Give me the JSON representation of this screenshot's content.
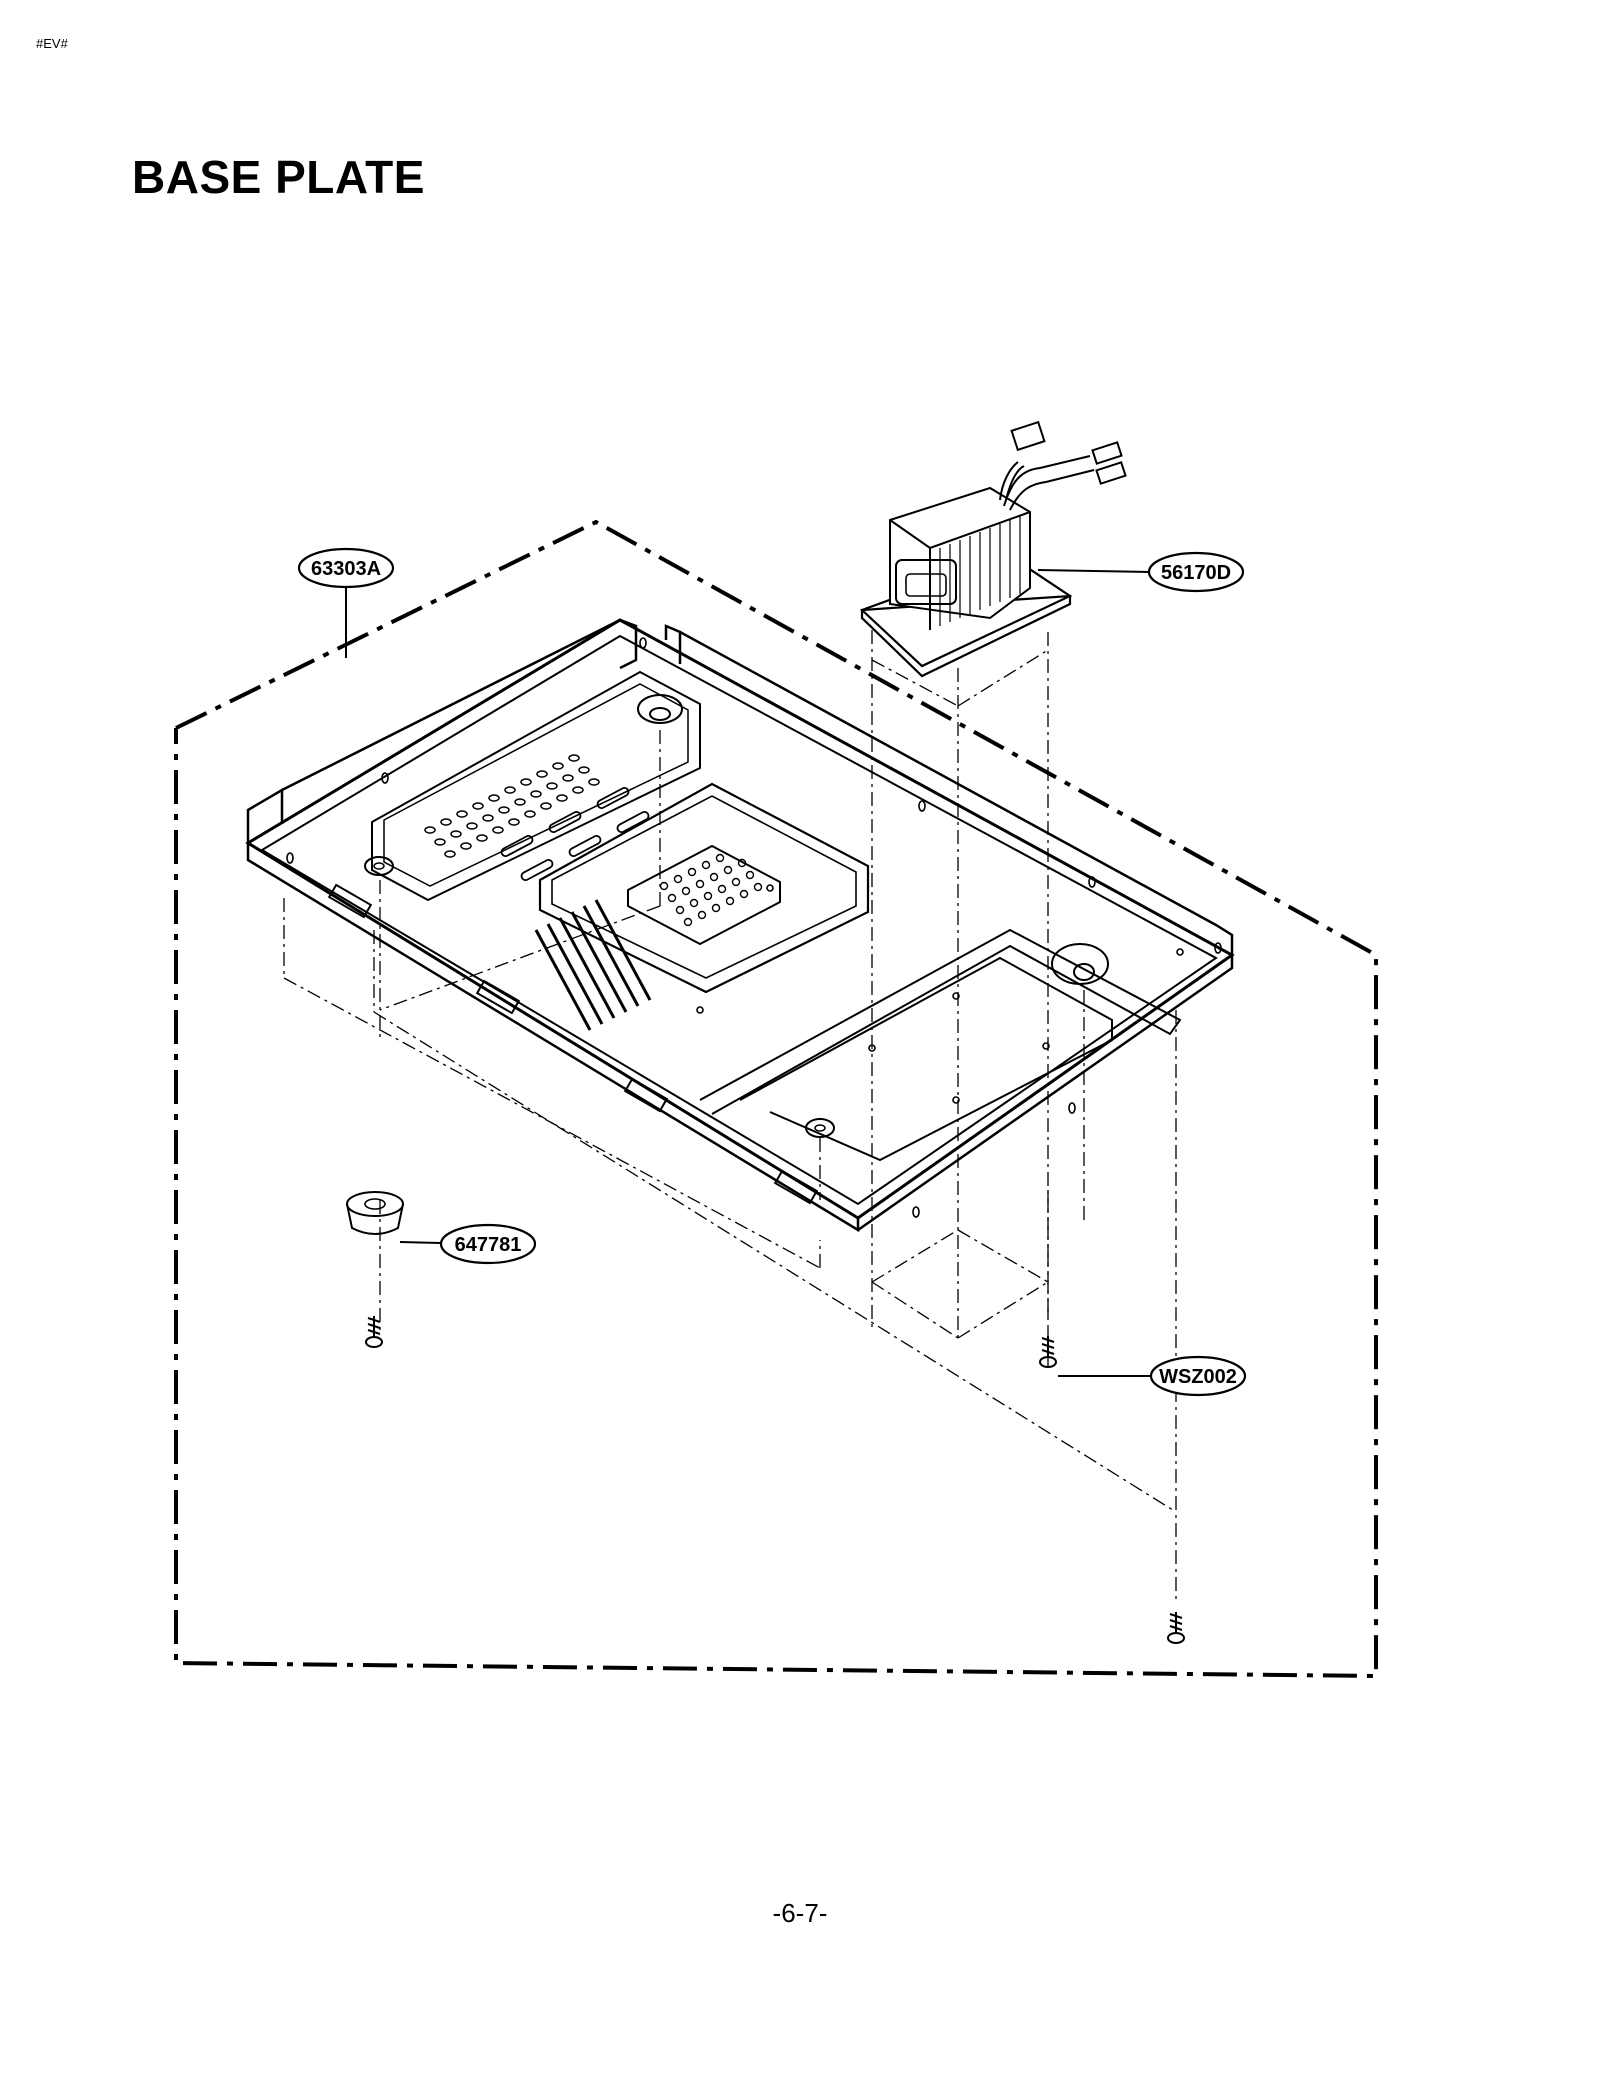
{
  "header": {
    "corner_tag": "#EV#"
  },
  "title": "BASE PLATE",
  "callouts": [
    {
      "id": "base-plate",
      "label": "63303A"
    },
    {
      "id": "transformer",
      "label": "56170D"
    },
    {
      "id": "foot",
      "label": "647781"
    },
    {
      "id": "screw",
      "label": "WSZ002"
    }
  ],
  "footer": {
    "page_number": "-6-7-"
  }
}
